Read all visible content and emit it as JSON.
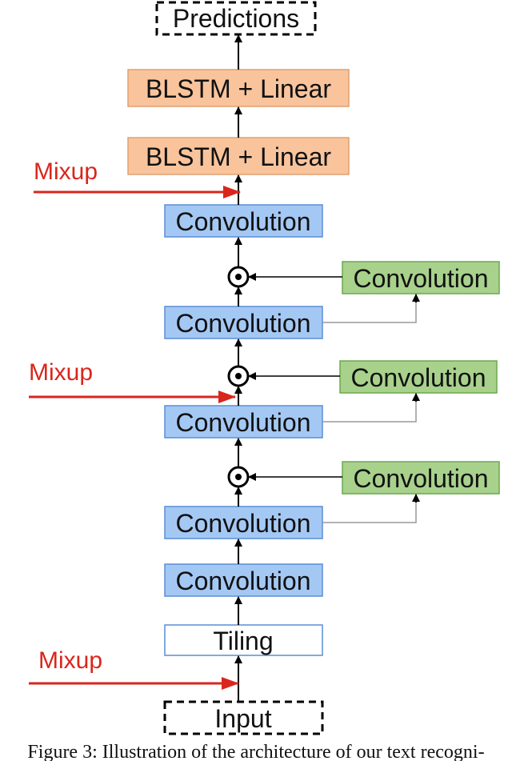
{
  "nodes": {
    "predictions": "Predictions",
    "blstm_top": "BLSTM + Linear",
    "blstm_bottom": "BLSTM + Linear",
    "conv_main_1": "Convolution",
    "conv_main_2": "Convolution",
    "conv_main_3": "Convolution",
    "conv_main_4": "Convolution",
    "conv_main_5": "Convolution",
    "conv_gate_1": "Convolution",
    "conv_gate_2": "Convolution",
    "conv_gate_3": "Convolution",
    "tiling": "Tiling",
    "input": "Input"
  },
  "mixup": {
    "top": "Mixup",
    "middle": "Mixup",
    "bottom": "Mixup"
  },
  "caption": "Figure 3: Illustration of the architecture of our text recogni-",
  "colors": {
    "blstm_fill": "#f9c49c",
    "conv_fill": "#a4c8f4",
    "gate_fill": "#a8d18c",
    "mixup": "#d9261c",
    "arrow": "#000000"
  }
}
